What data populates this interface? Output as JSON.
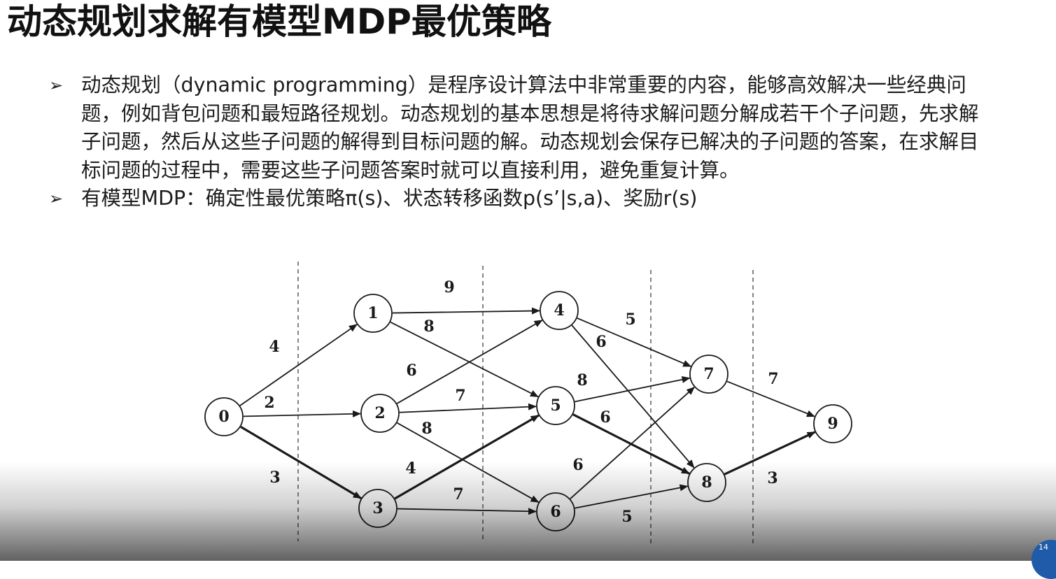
{
  "slide": {
    "title": "动态规划求解有模型MDP最优策略",
    "bullet_marker": "➢",
    "bullets": [
      "动态规划（dynamic programming）是程序设计算法中非常重要的内容，能够高效解决一些经典问题，例如背包问题和最短路径规划。动态规划的基本思想是将待求解问题分解成若干个子问题，先求解子问题，然后从这些子问题的解得到目标问题的解。动态规划会保存已解决的子问题的答案，在求解目标问题的过程中，需要这些子问题答案时就可以直接利用，避免重复计算。",
      "有模型MDP：确定性最优策略π(s)、状态转移函数p(s’|s,a)、奖励r(s)"
    ],
    "page_number": "14"
  },
  "graph": {
    "nodes": [
      {
        "id": "0",
        "label": "0"
      },
      {
        "id": "1",
        "label": "1"
      },
      {
        "id": "2",
        "label": "2"
      },
      {
        "id": "3",
        "label": "3"
      },
      {
        "id": "4",
        "label": "4"
      },
      {
        "id": "5",
        "label": "5"
      },
      {
        "id": "6",
        "label": "6"
      },
      {
        "id": "7",
        "label": "7"
      },
      {
        "id": "8",
        "label": "8"
      },
      {
        "id": "9",
        "label": "9"
      }
    ],
    "edges": [
      {
        "from": "0",
        "to": "1",
        "weight": "4",
        "bold": false
      },
      {
        "from": "0",
        "to": "2",
        "weight": "2",
        "bold": false
      },
      {
        "from": "0",
        "to": "3",
        "weight": "3",
        "bold": true
      },
      {
        "from": "1",
        "to": "4",
        "weight": "9",
        "bold": false
      },
      {
        "from": "1",
        "to": "5",
        "weight": "8",
        "bold": false
      },
      {
        "from": "2",
        "to": "4",
        "weight": "6",
        "bold": false
      },
      {
        "from": "2",
        "to": "5",
        "weight": "7",
        "bold": false
      },
      {
        "from": "2",
        "to": "6",
        "weight": "8",
        "bold": false
      },
      {
        "from": "3",
        "to": "5",
        "weight": "4",
        "bold": true
      },
      {
        "from": "3",
        "to": "6",
        "weight": "7",
        "bold": false
      },
      {
        "from": "4",
        "to": "7",
        "weight": "5",
        "bold": false
      },
      {
        "from": "4",
        "to": "8",
        "weight": "6",
        "bold": false
      },
      {
        "from": "5",
        "to": "7",
        "weight": "8",
        "bold": false
      },
      {
        "from": "5",
        "to": "8",
        "weight": "6",
        "bold": true
      },
      {
        "from": "6",
        "to": "7",
        "weight": "6",
        "bold": false
      },
      {
        "from": "6",
        "to": "8",
        "weight": "5",
        "bold": false
      },
      {
        "from": "7",
        "to": "9",
        "weight": "7",
        "bold": false
      },
      {
        "from": "8",
        "to": "9",
        "weight": "3",
        "bold": true
      }
    ],
    "colors": {
      "stroke": "#1a1a1a",
      "node_fill": "#ffffff"
    }
  }
}
